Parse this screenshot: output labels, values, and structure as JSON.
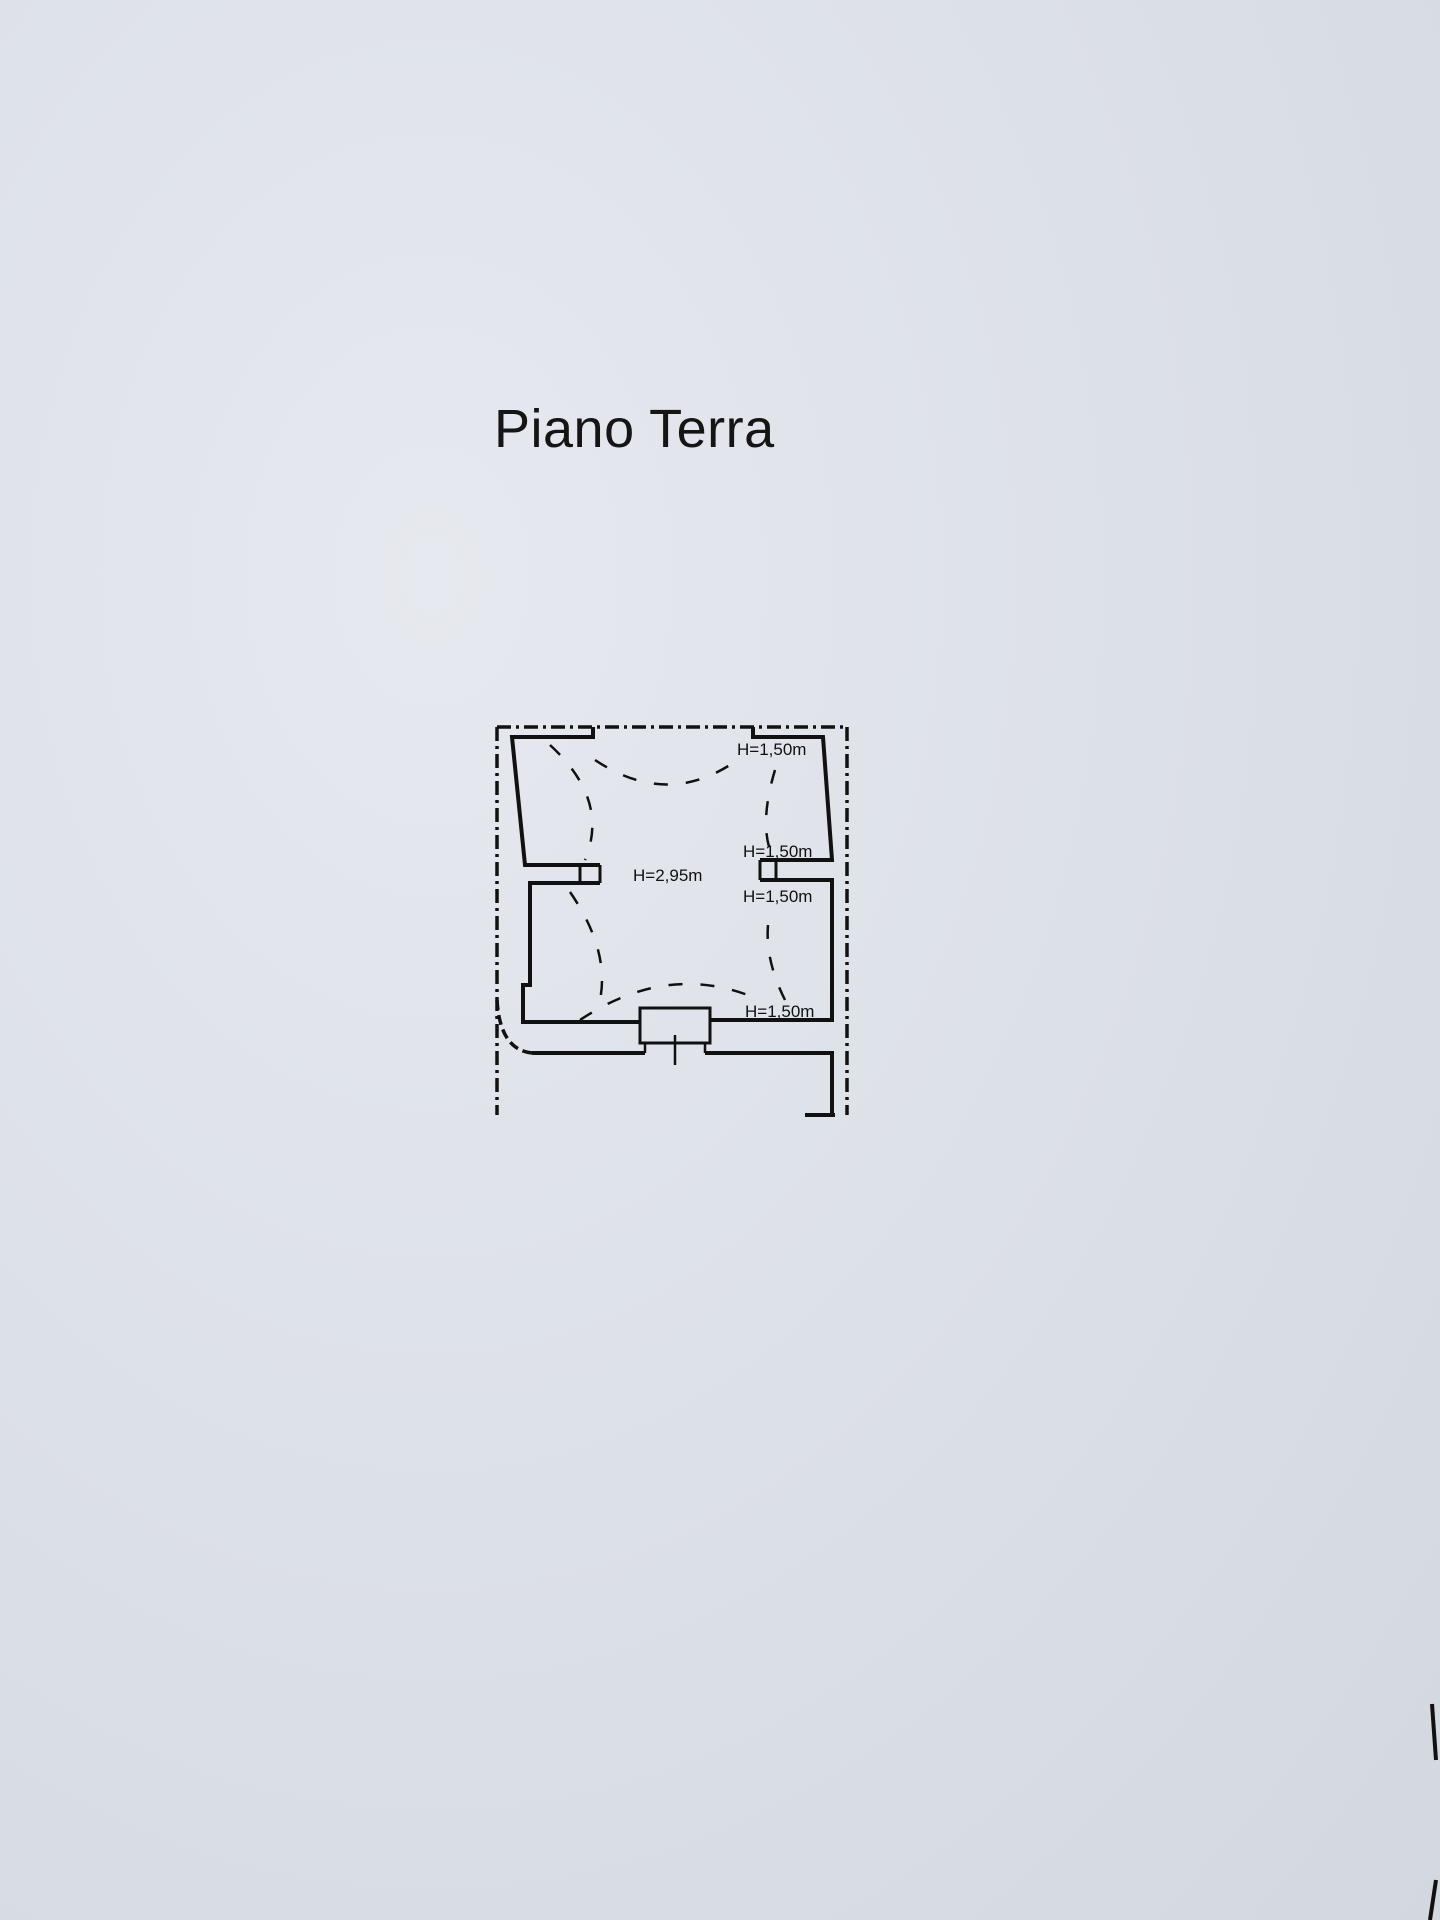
{
  "title": "Piano Terra",
  "plan": {
    "labels": {
      "top_right": "H=1,50m",
      "mid_right_upper": "H=1,50m",
      "center": "H=2,95m",
      "mid_right_lower": "H=1,50m",
      "bottom_right": "H=1,50m"
    }
  },
  "colors": {
    "ink": "#111111",
    "paper": "#dfe3ea"
  }
}
